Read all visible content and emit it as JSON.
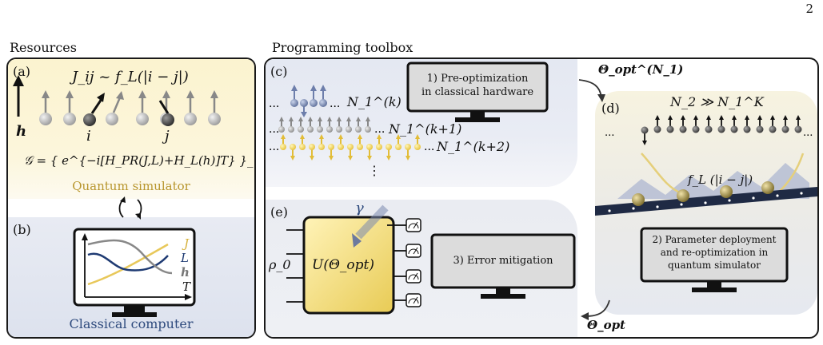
{
  "page_number": "2",
  "resources": {
    "heading": "Resources",
    "panel_a": {
      "label": "(a)",
      "coupling": "J_ij ~ f_L(|i − j|)",
      "field_label": "h",
      "site_i": "i",
      "site_j": "j",
      "gate_set": "𝒢 = { e^{−i[H_PR(J,L)+H_L(h)]T} }_{J,L,h}",
      "caption": "Quantum simulator"
    },
    "panel_b": {
      "label": "(b)",
      "curve_labels": [
        "J",
        "L",
        "h"
      ],
      "axis_label": "T",
      "caption": "Classical computer"
    }
  },
  "toolbox": {
    "heading": "Programming toolbox",
    "panel_c": {
      "label": "(c)",
      "rows": [
        "N_1^(k)",
        "N_1^(k+1)",
        "N_1^(k+2)"
      ],
      "ellipsis": "⋮",
      "monitor_line1": "1) Pre-optimization",
      "monitor_line2": "in classical hardware"
    },
    "arrow_top_label": "Θ_opt^(N_1)",
    "panel_d": {
      "label": "(d)",
      "relation": "N_2 ≫ N_1^K",
      "curve_label": "f_L (|i − j|)",
      "monitor_line1": "2) Parameter deployment",
      "monitor_line2": "and re-optimization in",
      "monitor_line3": "quantum simulator"
    },
    "panel_e": {
      "label": "(e)",
      "noise": "γ",
      "input_state": "ρ_0",
      "unitary": "U(Θ_opt)",
      "monitor_text": "3) Error mitigation"
    },
    "arrow_bottom_label": "Θ_opt"
  }
}
